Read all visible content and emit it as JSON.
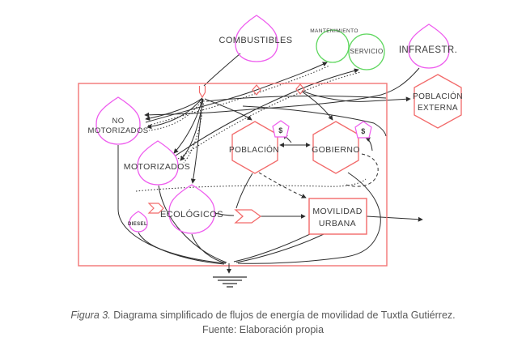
{
  "figure": {
    "caption_prefix": "Figura 3.",
    "caption_body": "Diagrama simplificado de flujos de energía de movilidad de Tuxtla Gutiérrez.",
    "caption_source": "Fuente: Elaboración propia"
  },
  "colors": {
    "source_magenta": "#ee5bee",
    "service_green": "#5fd75f",
    "system_red": "#f26a6a",
    "flow_line": "#2d2d2d",
    "label_text": "#3b3b3b",
    "caption_text": "#595959"
  },
  "diagram": {
    "sources": {
      "combustibles": {
        "label": "COMBUSTIBLES"
      },
      "infraestructura": {
        "label": "INFRAESTR."
      },
      "no_motorizados": {
        "line1": "NO",
        "line2": "MOTORIZADOS"
      },
      "motorizados": {
        "label": "MOTORIZADOS"
      },
      "ecologicos": {
        "label": "ECOLÓGICOS"
      },
      "diesel": {
        "label": "DIESEL"
      }
    },
    "services": {
      "mantenimiento": {
        "label": "MANTENIMIENTO"
      },
      "servicio": {
        "label": "SERVICIO"
      }
    },
    "actors": {
      "poblacion_externa": {
        "line1": "POBLACIÓN",
        "line2": "EXTERNA"
      },
      "poblacion": {
        "label": "POBLACIÓN",
        "money": "$"
      },
      "gobierno": {
        "label": "GOBIERNO",
        "money": "$"
      }
    },
    "process": {
      "movilidad_urbana": {
        "line1": "MOVILIDAD",
        "line2": "URBANA"
      }
    }
  }
}
